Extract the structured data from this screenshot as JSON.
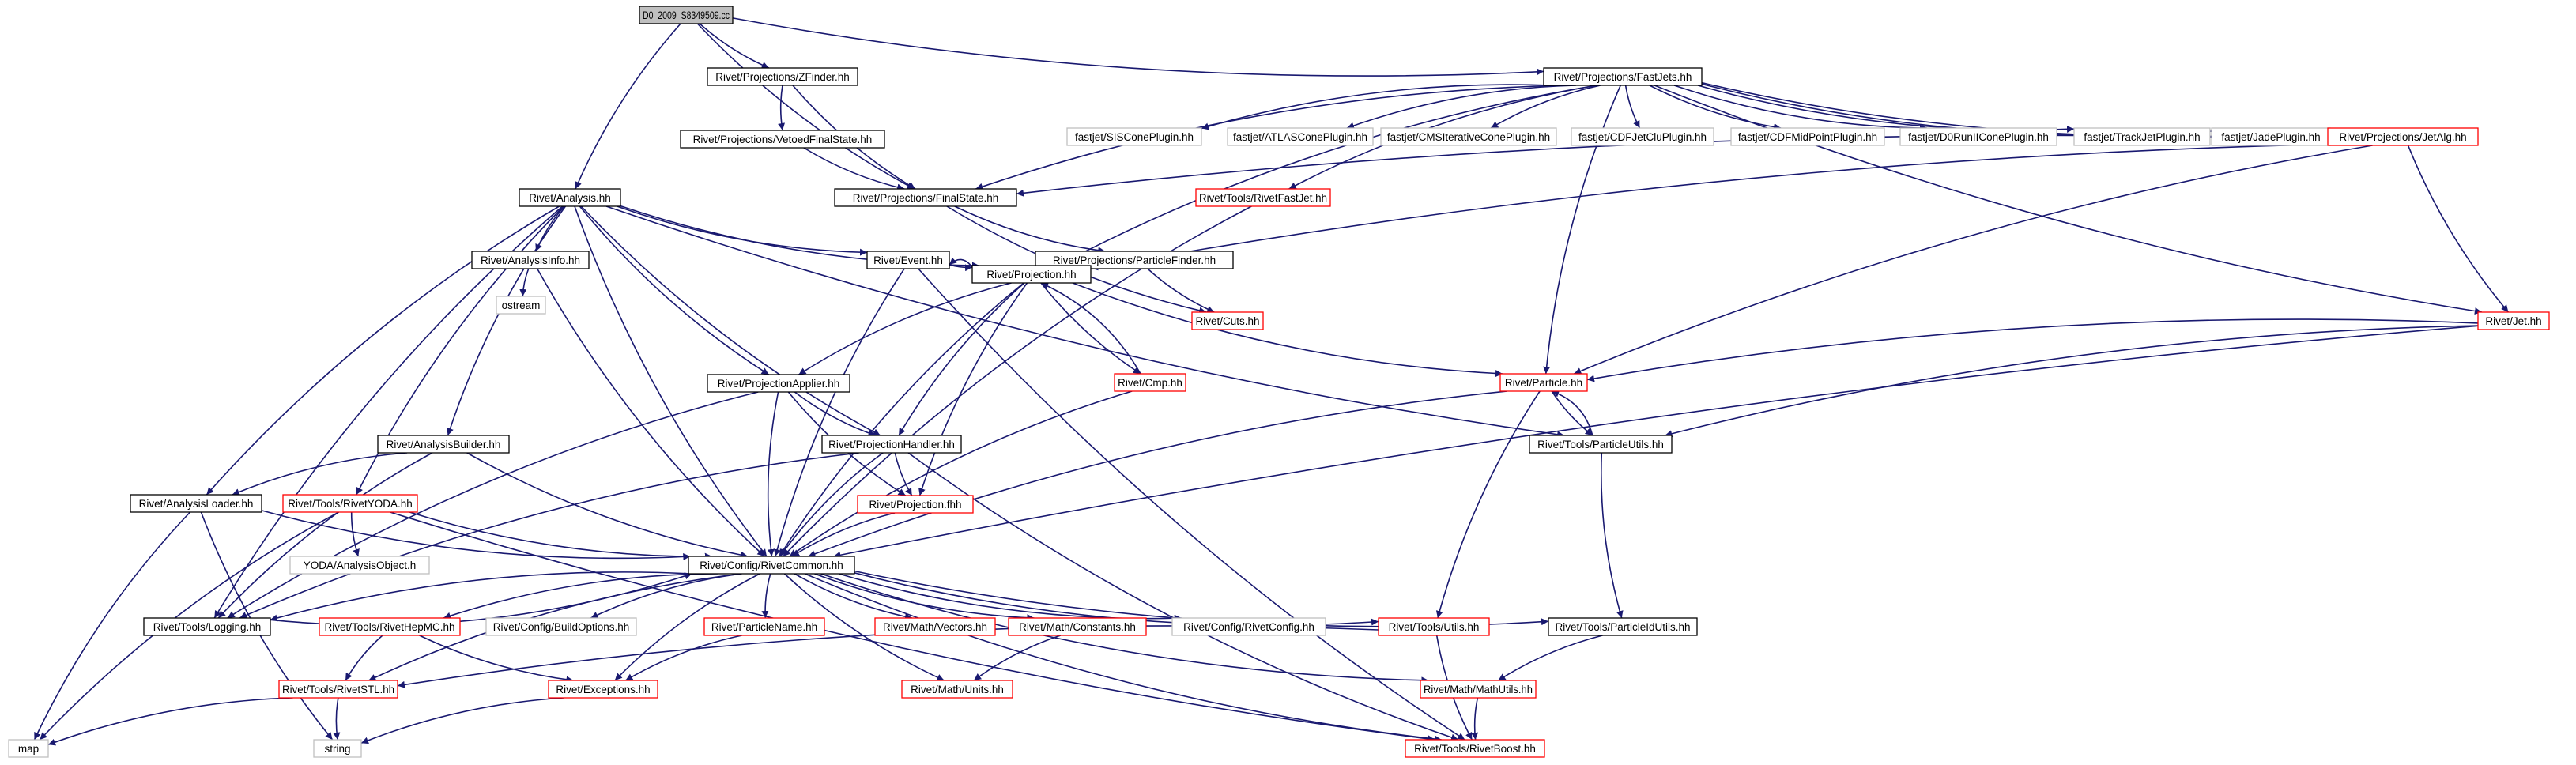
{
  "colors": {
    "edge": "#191970",
    "node_border_default": "#000000",
    "node_border_undocumented": "#ff0000",
    "node_border_system": "#bfbfbf",
    "root_fill": "#bfbfbf",
    "fill": "#ffffff"
  },
  "nodes": [
    {
      "id": "root",
      "label": "D0_2009_S8349509.cc",
      "style": "root"
    },
    {
      "id": "zfinder",
      "label": "Rivet/Projections/ZFinder.hh",
      "style": "default"
    },
    {
      "id": "fastjets",
      "label": "Rivet/Projections/FastJets.hh",
      "style": "default"
    },
    {
      "id": "vetoed",
      "label": "Rivet/Projections/VetoedFinalState.hh",
      "style": "default"
    },
    {
      "id": "siscone",
      "label": "fastjet/SISConePlugin.hh",
      "style": "system"
    },
    {
      "id": "atlascone",
      "label": "fastjet/ATLASConePlugin.hh",
      "style": "system"
    },
    {
      "id": "cmsiter",
      "label": "fastjet/CMSIterativeConePlugin.hh",
      "style": "system"
    },
    {
      "id": "cdfjetclu",
      "label": "fastjet/CDFJetCluPlugin.hh",
      "style": "system"
    },
    {
      "id": "cdfmid",
      "label": "fastjet/CDFMidPointPlugin.hh",
      "style": "system"
    },
    {
      "id": "d0run2",
      "label": "fastjet/D0RunIIConePlugin.hh",
      "style": "system"
    },
    {
      "id": "trackjet",
      "label": "fastjet/TrackJetPlugin.hh",
      "style": "system"
    },
    {
      "id": "jade",
      "label": "fastjet/JadePlugin.hh",
      "style": "system"
    },
    {
      "id": "jetalg",
      "label": "Rivet/Projections/JetAlg.hh",
      "style": "undocumented"
    },
    {
      "id": "analysis",
      "label": "Rivet/Analysis.hh",
      "style": "default"
    },
    {
      "id": "finalstate",
      "label": "Rivet/Projections/FinalState.hh",
      "style": "default"
    },
    {
      "id": "fastjettool",
      "label": "Rivet/Tools/RivetFastJet.hh",
      "style": "undocumented"
    },
    {
      "id": "analysisinfo",
      "label": "Rivet/AnalysisInfo.hh",
      "style": "default"
    },
    {
      "id": "event",
      "label": "Rivet/Event.hh",
      "style": "default"
    },
    {
      "id": "particlefinder",
      "label": "Rivet/Projections/ParticleFinder.hh",
      "style": "default"
    },
    {
      "id": "ostream",
      "label": "ostream",
      "style": "system"
    },
    {
      "id": "projection",
      "label": "Rivet/Projection.hh",
      "style": "default"
    },
    {
      "id": "cuts",
      "label": "Rivet/Cuts.hh",
      "style": "undocumented"
    },
    {
      "id": "jet",
      "label": "Rivet/Jet.hh",
      "style": "undocumented"
    },
    {
      "id": "projapplier",
      "label": "Rivet/ProjectionApplier.hh",
      "style": "default"
    },
    {
      "id": "cmp",
      "label": "Rivet/Cmp.hh",
      "style": "undocumented"
    },
    {
      "id": "particle",
      "label": "Rivet/Particle.hh",
      "style": "undocumented"
    },
    {
      "id": "analysisbuilder",
      "label": "Rivet/AnalysisBuilder.hh",
      "style": "default"
    },
    {
      "id": "projhandler",
      "label": "Rivet/ProjectionHandler.hh",
      "style": "default"
    },
    {
      "id": "particleutils",
      "label": "Rivet/Tools/ParticleUtils.hh",
      "style": "default"
    },
    {
      "id": "analysisloader",
      "label": "Rivet/AnalysisLoader.hh",
      "style": "default"
    },
    {
      "id": "rivetyoda",
      "label": "Rivet/Tools/RivetYODA.hh",
      "style": "undocumented"
    },
    {
      "id": "projfhh",
      "label": "Rivet/Projection.fhh",
      "style": "undocumented"
    },
    {
      "id": "yodaao",
      "label": "YODA/AnalysisObject.h",
      "style": "system"
    },
    {
      "id": "common",
      "label": "Rivet/Config/RivetCommon.hh",
      "style": "default"
    },
    {
      "id": "logging",
      "label": "Rivet/Tools/Logging.hh",
      "style": "default"
    },
    {
      "id": "hepmc",
      "label": "Rivet/Tools/RivetHepMC.hh",
      "style": "undocumented"
    },
    {
      "id": "buildopts",
      "label": "Rivet/Config/BuildOptions.hh",
      "style": "system"
    },
    {
      "id": "particlename",
      "label": "Rivet/ParticleName.hh",
      "style": "undocumented"
    },
    {
      "id": "vectors",
      "label": "Rivet/Math/Vectors.hh",
      "style": "undocumented"
    },
    {
      "id": "constants",
      "label": "Rivet/Math/Constants.hh",
      "style": "undocumented"
    },
    {
      "id": "rivetconfig",
      "label": "Rivet/Config/RivetConfig.hh",
      "style": "system"
    },
    {
      "id": "utils",
      "label": "Rivet/Tools/Utils.hh",
      "style": "undocumented"
    },
    {
      "id": "pidutils",
      "label": "Rivet/Tools/ParticleIdUtils.hh",
      "style": "default"
    },
    {
      "id": "rivetstl",
      "label": "Rivet/Tools/RivetSTL.hh",
      "style": "undocumented"
    },
    {
      "id": "exceptions",
      "label": "Rivet/Exceptions.hh",
      "style": "undocumented"
    },
    {
      "id": "units",
      "label": "Rivet/Math/Units.hh",
      "style": "undocumented"
    },
    {
      "id": "mathutils",
      "label": "Rivet/Math/MathUtils.hh",
      "style": "undocumented"
    },
    {
      "id": "map",
      "label": "map",
      "style": "system"
    },
    {
      "id": "string",
      "label": "string",
      "style": "system"
    },
    {
      "id": "boost",
      "label": "Rivet/Tools/RivetBoost.hh",
      "style": "undocumented"
    }
  ],
  "edges": [
    [
      "root",
      "zfinder"
    ],
    [
      "root",
      "fastjets"
    ],
    [
      "root",
      "analysis"
    ],
    [
      "root",
      "finalstate"
    ],
    [
      "zfinder",
      "vetoed"
    ],
    [
      "zfinder",
      "finalstate"
    ],
    [
      "vetoed",
      "finalstate"
    ],
    [
      "fastjets",
      "finalstate"
    ],
    [
      "fastjets",
      "siscone"
    ],
    [
      "fastjets",
      "atlascone"
    ],
    [
      "fastjets",
      "cmsiter"
    ],
    [
      "fastjets",
      "cdfjetclu"
    ],
    [
      "fastjets",
      "cdfmid"
    ],
    [
      "fastjets",
      "d0run2"
    ],
    [
      "fastjets",
      "trackjet"
    ],
    [
      "fastjets",
      "jade"
    ],
    [
      "fastjets",
      "jetalg"
    ],
    [
      "fastjets",
      "fastjettool"
    ],
    [
      "fastjets",
      "projection"
    ],
    [
      "fastjets",
      "jet"
    ],
    [
      "fastjets",
      "particle"
    ],
    [
      "jetalg",
      "finalstate"
    ],
    [
      "jetalg",
      "projection"
    ],
    [
      "jetalg",
      "jet"
    ],
    [
      "jetalg",
      "particle"
    ],
    [
      "finalstate",
      "particlefinder"
    ],
    [
      "finalstate",
      "cuts"
    ],
    [
      "particlefinder",
      "projection"
    ],
    [
      "particlefinder",
      "cuts"
    ],
    [
      "fastjettool",
      "common"
    ],
    [
      "analysis",
      "analysisinfo"
    ],
    [
      "analysis",
      "event"
    ],
    [
      "analysis",
      "projection"
    ],
    [
      "analysis",
      "projapplier"
    ],
    [
      "analysis",
      "projhandler"
    ],
    [
      "analysis",
      "analysisbuilder"
    ],
    [
      "analysis",
      "analysisloader"
    ],
    [
      "analysis",
      "rivetyoda"
    ],
    [
      "analysis",
      "logging"
    ],
    [
      "analysis",
      "common"
    ],
    [
      "analysis",
      "particleutils"
    ],
    [
      "analysisinfo",
      "ostream"
    ],
    [
      "analysisinfo",
      "common"
    ],
    [
      "event",
      "projection"
    ],
    [
      "event",
      "common"
    ],
    [
      "event",
      "boost"
    ],
    [
      "projection",
      "event"
    ],
    [
      "projection",
      "projapplier"
    ],
    [
      "projection",
      "projhandler"
    ],
    [
      "projection",
      "cmp"
    ],
    [
      "projection",
      "projfhh"
    ],
    [
      "projection",
      "particle"
    ],
    [
      "projection",
      "common"
    ],
    [
      "cmp",
      "projection"
    ],
    [
      "cmp",
      "common"
    ],
    [
      "jet",
      "particle"
    ],
    [
      "jet",
      "particleutils"
    ],
    [
      "jet",
      "common"
    ],
    [
      "particle",
      "particleutils"
    ],
    [
      "particle",
      "common"
    ],
    [
      "particle",
      "utils"
    ],
    [
      "particleutils",
      "particle"
    ],
    [
      "particleutils",
      "pidutils"
    ],
    [
      "projapplier",
      "projhandler"
    ],
    [
      "projapplier",
      "projfhh"
    ],
    [
      "projapplier",
      "common"
    ],
    [
      "projapplier",
      "logging"
    ],
    [
      "projhandler",
      "projfhh"
    ],
    [
      "projhandler",
      "common"
    ],
    [
      "projhandler",
      "logging"
    ],
    [
      "projhandler",
      "boost"
    ],
    [
      "projfhh",
      "common"
    ],
    [
      "analysisbuilder",
      "analysisloader"
    ],
    [
      "analysisbuilder",
      "common"
    ],
    [
      "analysisbuilder",
      "logging"
    ],
    [
      "analysisloader",
      "common"
    ],
    [
      "analysisloader",
      "map"
    ],
    [
      "analysisloader",
      "string"
    ],
    [
      "rivetyoda",
      "common"
    ],
    [
      "rivetyoda",
      "yodaao"
    ],
    [
      "rivetyoda",
      "boost"
    ],
    [
      "rivetyoda",
      "map"
    ],
    [
      "common",
      "logging"
    ],
    [
      "common",
      "hepmc"
    ],
    [
      "common",
      "buildopts"
    ],
    [
      "common",
      "particlename"
    ],
    [
      "common",
      "vectors"
    ],
    [
      "common",
      "constants"
    ],
    [
      "common",
      "rivetconfig"
    ],
    [
      "common",
      "utils"
    ],
    [
      "common",
      "pidutils"
    ],
    [
      "common",
      "rivetstl"
    ],
    [
      "common",
      "exceptions"
    ],
    [
      "common",
      "units"
    ],
    [
      "common",
      "mathutils"
    ],
    [
      "common",
      "boost"
    ],
    [
      "logging",
      "common"
    ],
    [
      "hepmc",
      "rivetstl"
    ],
    [
      "hepmc",
      "exceptions"
    ],
    [
      "particlename",
      "exceptions"
    ],
    [
      "constants",
      "units"
    ],
    [
      "utils",
      "rivetstl"
    ],
    [
      "utils",
      "boost"
    ],
    [
      "pidutils",
      "mathutils"
    ],
    [
      "mathutils",
      "boost"
    ],
    [
      "rivetstl",
      "map"
    ],
    [
      "rivetstl",
      "string"
    ],
    [
      "exceptions",
      "string"
    ]
  ]
}
